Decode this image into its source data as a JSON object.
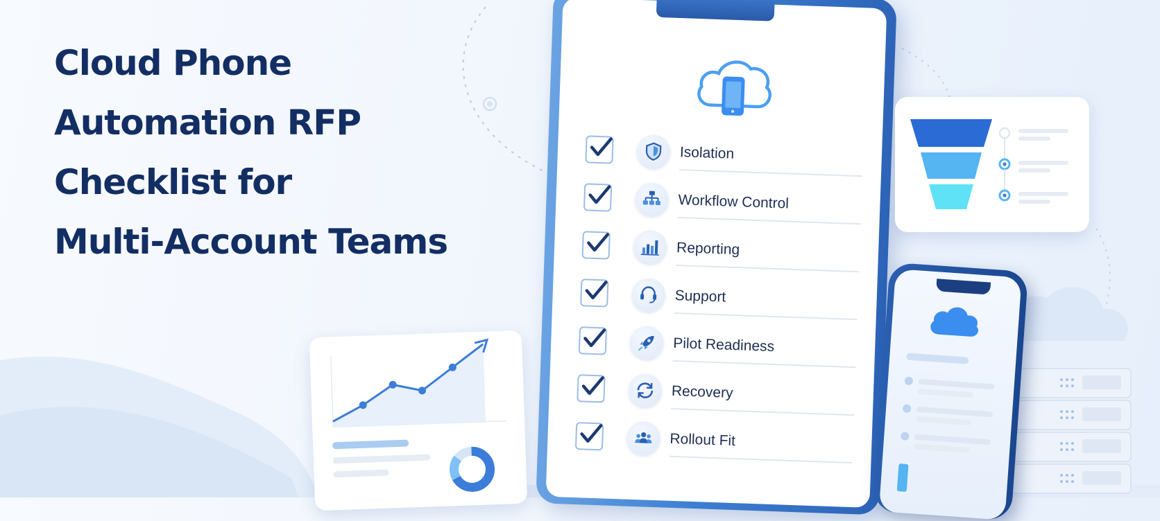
{
  "title": {
    "line1": "Cloud Phone",
    "line2": "Automation RFP",
    "line3": "Checklist for",
    "line4": "Multi-Account Teams"
  },
  "checklist": {
    "items": [
      {
        "label": "Isolation",
        "icon": "shield-icon"
      },
      {
        "label": "Workflow Control",
        "icon": "workflow-icon"
      },
      {
        "label": "Reporting",
        "icon": "bar-chart-icon"
      },
      {
        "label": "Support",
        "icon": "headset-icon"
      },
      {
        "label": "Pilot Readiness",
        "icon": "rocket-icon"
      },
      {
        "label": "Recovery",
        "icon": "refresh-icon"
      },
      {
        "label": "Rollout Fit",
        "icon": "team-icon"
      }
    ]
  },
  "colors": {
    "title": "#132e63",
    "accent": "#3b7dd8",
    "check": "#1c3a73",
    "funnel": [
      "#2a6bd6",
      "#55b4f2",
      "#5fe2f5"
    ]
  }
}
